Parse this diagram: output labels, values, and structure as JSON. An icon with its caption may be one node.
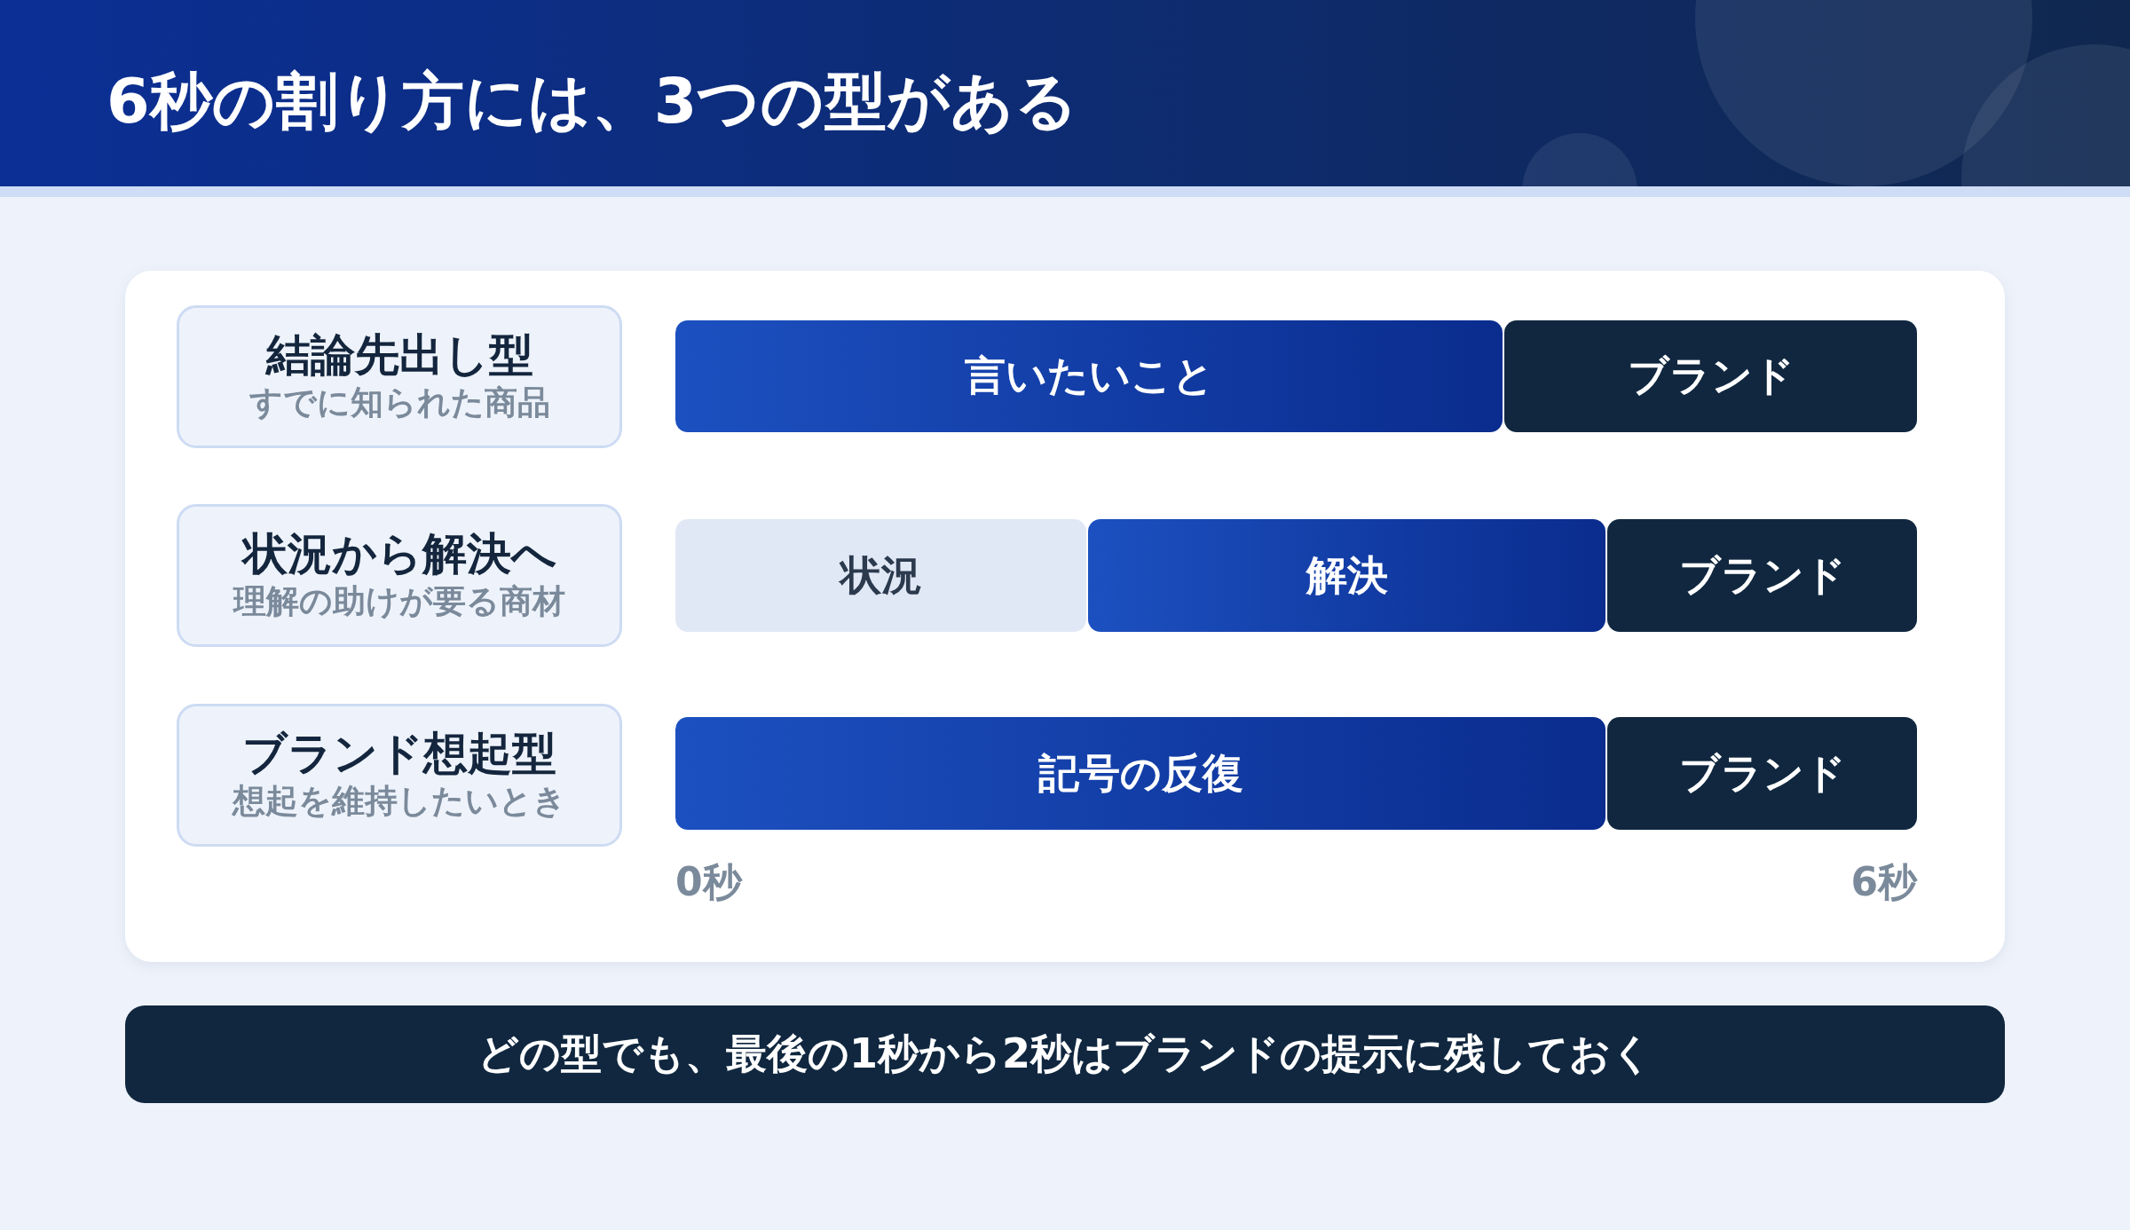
{
  "diagram": {
    "title": "6秒の割り方には、3つの型がある",
    "nodes": [
      {
        "text": [
          "結論先出し型",
          "すでに知られた商品"
        ]
      },
      {
        "text": [
          "言いたいこと"
        ]
      },
      {
        "text": [
          "ブランド"
        ]
      },
      {
        "text": [
          "状況から解決へ",
          "理解の助けが要る商材"
        ]
      },
      {
        "text": [
          "状況"
        ]
      },
      {
        "text": [
          "解決"
        ]
      },
      {
        "text": [
          "ブランド"
        ]
      },
      {
        "text": [
          "ブランド想起型",
          "想起を維持したいとき"
        ]
      },
      {
        "text": [
          "記号の反復"
        ]
      },
      {
        "text": [
          "ブランド"
        ]
      },
      {
        "text": [
          "どの型でも、最後の1秒から2秒はブランドの提示に残しておく"
        ]
      }
    ],
    "labels": [
      "0秒",
      "6秒"
    ]
  }
}
